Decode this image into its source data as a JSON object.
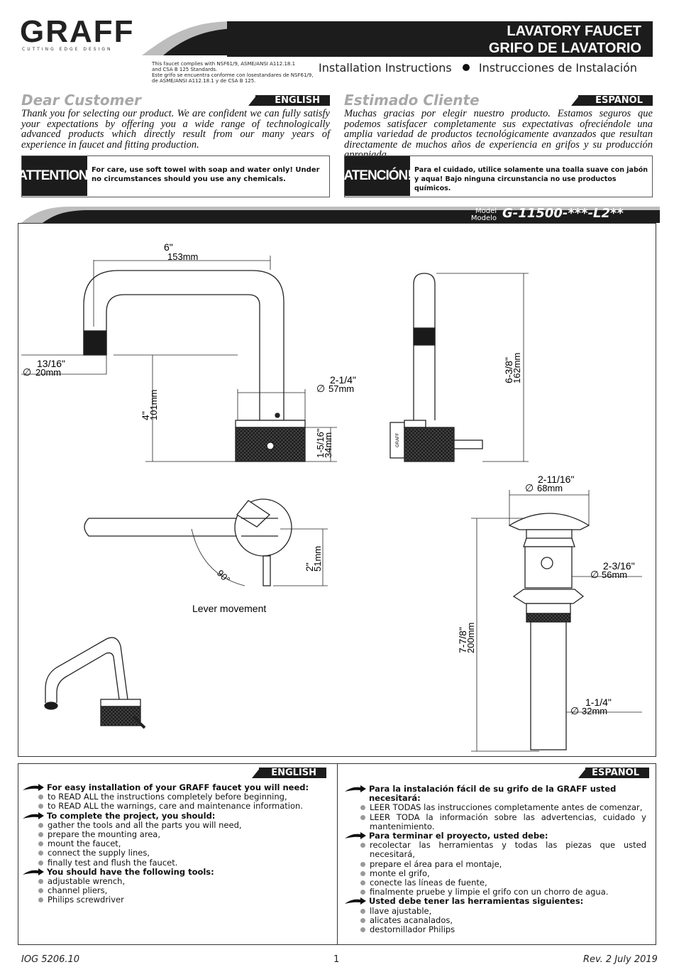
{
  "header": {
    "logo": "GRAFF",
    "tagline": "CUTTING EDGE DESIGN",
    "title_en": "LAVATORY FAUCET",
    "title_es": "GRIFO DE LAVATORIO",
    "compliance_lines": [
      "This faucet complies with NSF61/9, ASME/ANSI A112.18.1",
      "and CSA B 125 Standards.",
      "Este grifo se encuentra conforme con losestandares de NSF61/9,",
      "de ASME/ANSI A112.18.1 y de CSA B 125."
    ],
    "install_en": "Installation Instructions",
    "install_es": "Instrucciones de Instalación"
  },
  "intro": {
    "en": {
      "heading": "Dear Customer",
      "tag": "ENGLISH",
      "text": "Thank you for selecting our product. We are confident we can fully satisfy your expectations by offering you a wide range of technologically advanced products which directly result from our many years of experience in faucet and fitting production.",
      "attention_label": "ATTENTION!",
      "attention_text": "For care, use soft towel with soap and water only! Under no circumstances should you use any chemicals."
    },
    "es": {
      "heading": "Estimado Cliente",
      "tag": "ESPAÑOL",
      "text": "Muchas gracias por elegir nuestro producto. Estamos  seguros que podemos satisfacer completamente sus expectativas ofreciéndole una amplia variedad de productos tecnológicamente avanzados que resultan directamente de muchos años de experiencia en grifos y su producción apropiada.",
      "attention_label": "ATENCIÓN!",
      "attention_text": "Para el cuidado, utilice solamente una toalla suave con jabón y aqua! Bajo ninguna circunstancia no use productos químicos."
    }
  },
  "model": {
    "label_en": "Model",
    "label_es": "Modelo",
    "number": "G-11500-***-L2**"
  },
  "drawing": {
    "dim_width_in": "6\"",
    "dim_width_mm": "153mm",
    "dim_spout_dia_in": "13/16\"",
    "dim_spout_dia_mm": "20mm",
    "dim_height_in": "4\"",
    "dim_height_mm": "101mm",
    "dim_base_dia_in": "2-1/4\"",
    "dim_base_dia_mm": "57mm",
    "dim_base_h_in": "1-5/16\"",
    "dim_base_h_mm": "34mm",
    "dim_side_h_in": "6-3/8\"",
    "dim_side_h_mm": "162mm",
    "dim_drain_top_in": "2-11/16\"",
    "dim_drain_top_mm": "68mm",
    "dim_drain_body_in": "2-3/16\"",
    "dim_drain_body_mm": "56mm",
    "dim_drain_h_in": "7-7/8\"",
    "dim_drain_h_mm": "200mm",
    "dim_drain_pipe_in": "1-1/4\"",
    "dim_drain_pipe_mm": "32mm",
    "dim_lever_in": "2\"",
    "dim_lever_mm": "51mm",
    "angle": "90°",
    "lever_caption": "Lever movement",
    "engraving": "GRAFF",
    "dia_symbol": "∅"
  },
  "instructions": {
    "en": {
      "tag": "ENGLISH",
      "sections": [
        {
          "heading": "For easy installation of your GRAFF faucet you will need:",
          "items": [
            "to READ ALL the instructions completely before beginning,",
            "to READ ALL the warnings, care and maintenance information."
          ]
        },
        {
          "heading": "To complete the project, you should:",
          "items": [
            "gather the tools and all the parts you will need,",
            "prepare the mounting area,",
            "mount the faucet,",
            "connect the supply lines,",
            "finally test and flush the faucet."
          ]
        },
        {
          "heading": "You should have the following tools:",
          "items": [
            "adjustable wrench,",
            "channel pliers,",
            "Philips screwdriver"
          ]
        }
      ]
    },
    "es": {
      "tag": "ESPAÑOL",
      "sections": [
        {
          "heading": "Para la instalación fácil de su grifo de la GRAFF usted necesitará:",
          "items": [
            "LEER TODAS las instrucciones completamente antes de comenzar,",
            "LEER TODA la información sobre las advertencias, cuidado y mantenimiento."
          ]
        },
        {
          "heading": "Para terminar el proyecto, usted debe:",
          "items": [
            "recolectar las herramientas y todas las piezas que usted necesitará,",
            "prepare el área para el montaje,",
            "monte el grifo,",
            "conecte las líneas de fuente,",
            "finalmente pruebe y limpie el grifo con un chorro de agua."
          ]
        },
        {
          "heading": "Usted debe tener las herramientas siguientes:",
          "items": [
            "llave ajustable,",
            "alicates acanalados,",
            "destornillador Philips"
          ]
        }
      ]
    }
  },
  "footer": {
    "doc_id": "IOG 5206.10",
    "page": "1",
    "revision": "Rev. 2 July 2019"
  }
}
